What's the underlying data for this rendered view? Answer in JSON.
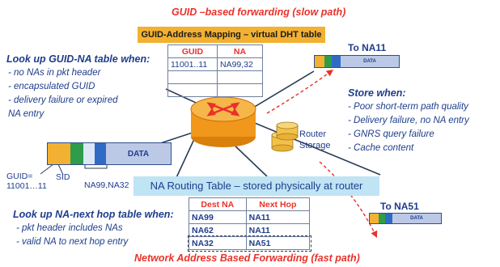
{
  "top_title": "GUID –based forwarding (slow path)",
  "dht_bar": "GUID-Address Mapping – virtual DHT table",
  "guid_table": {
    "headers": [
      "GUID",
      "NA"
    ],
    "rows": [
      [
        "11001..11",
        "NA99,32"
      ],
      [
        "",
        ""
      ],
      [
        "",
        ""
      ]
    ]
  },
  "lookup_guid": {
    "title": "Look up GUID-NA table when:",
    "items": [
      "- no NAs in pkt header",
      "- encapsulated GUID",
      "- delivery failure or expired",
      "NA entry"
    ]
  },
  "to_na11": "To NA11",
  "to_na51": "To NA51",
  "data_label": "DATA",
  "store_when": {
    "title": "Store when:",
    "items": [
      "- Poor short-term path quality",
      "- Delivery failure, no NA entry",
      "- GNRS query failure",
      "- Cache content"
    ]
  },
  "router_storage": [
    "Router",
    "Storage"
  ],
  "packet_labels": {
    "guid": "GUID=",
    "guid_value": "11001…11",
    "sid": "SID",
    "nas": "NA99,NA32"
  },
  "na_routing_bar": "NA Routing Table – stored physically at router",
  "na_table": {
    "headers": [
      "Dest NA",
      "Next Hop"
    ],
    "rows": [
      [
        "NA99",
        "NA11"
      ],
      [
        "NA62",
        "NA11"
      ],
      [
        "NA32",
        "NA51"
      ]
    ]
  },
  "lookup_na": {
    "title": "Look up NA-next hop table when:",
    "items": [
      "- pkt header includes NAs",
      "- valid NA to next hop entry"
    ]
  },
  "bottom_title": "Network Address Based Forwarding (fast path)",
  "colors": {
    "title_red": "#e8322a",
    "text_blue": "#1f3d8c",
    "dht_bar": "#f2b132",
    "na_bar": "#bfe4f4",
    "router": "#f5a623",
    "arrow_red": "#e8322a"
  }
}
